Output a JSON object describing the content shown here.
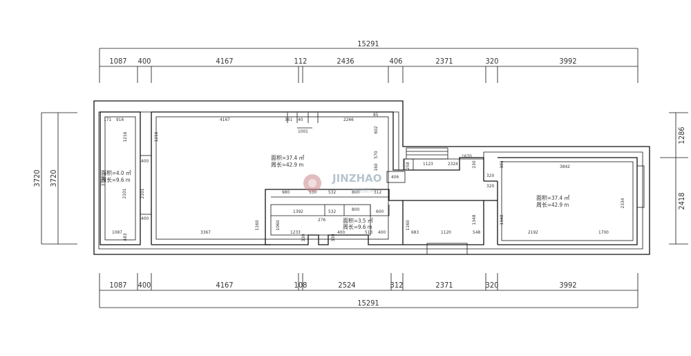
{
  "dimensions": {
    "top_total": "15291",
    "top_segments": [
      "1087",
      "400",
      "4167",
      "112",
      "2436",
      "406",
      "2371",
      "320",
      "3992"
    ],
    "bottom_total": "15291",
    "bottom_segments": [
      "1087",
      "400",
      "4167",
      "108",
      "2524",
      "312",
      "2371",
      "320",
      "3992"
    ],
    "left_outer": "3720",
    "left_inner": "3720",
    "right_upper": "1286",
    "right_lower": "2418"
  },
  "rooms": {
    "main_area": "面积=37.4 ㎡",
    "main_perimeter": "周长=42.9 m",
    "left_area": "面积=4.0 ㎡",
    "left_perimeter": "周长=9.6 m",
    "right_area": "面积=37.4 ㎡",
    "right_perimeter": "周长=42.9 m",
    "small_area": "面积=3.5 ㎡",
    "small_perimeter": "周长=9.6 m"
  },
  "watermark": {
    "text": "JINZHAO",
    "sub": "金朝装饰"
  },
  "labels": {
    "l171": "171",
    "l916": "916",
    "l1216a": "1216",
    "l1216b": "1216",
    "l4167": "4167",
    "l361": "361",
    "l40": "40",
    "l1001": "1001",
    "l2266": "2266",
    "l85": "85",
    "l602": "602",
    "l400a": "400",
    "l3720": "3720",
    "l2101a": "2101",
    "l2101b": "2101",
    "l400b": "400",
    "l1087": "1087",
    "l483": "483",
    "l3367": "3367",
    "l570": "570",
    "l160": "160",
    "l1123": "1123",
    "l2324": "2324",
    "l1670": "1670",
    "l258": "258",
    "l230": "230",
    "l406": "406",
    "l980": "980",
    "l530": "530",
    "l532a": "532",
    "l800a": "800",
    "l312": "312",
    "l1392": "1392",
    "l532b": "532",
    "l800b": "800",
    "l600": "600",
    "l1160a": "1160",
    "l1060": "1060",
    "l1233": "1233",
    "l276": "276",
    "l330a": "330",
    "l330b": "330",
    "l400c": "400",
    "l513": "513",
    "l400d": "400",
    "l1160b": "1160",
    "l683": "683",
    "l1120": "1120",
    "l548": "548",
    "l1348a": "1348",
    "l1348b": "1348",
    "l320a": "320",
    "l320b": "320",
    "l303": "303",
    "l3842": "3842",
    "l2192": "2192",
    "l1700": "1700",
    "l2334": "2334"
  }
}
